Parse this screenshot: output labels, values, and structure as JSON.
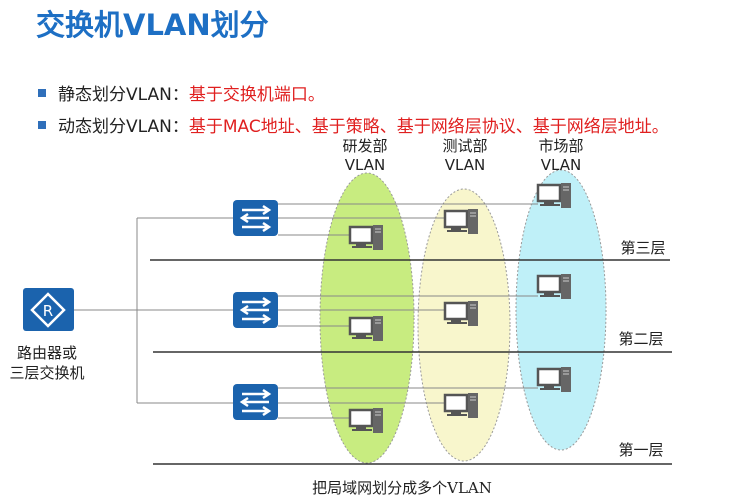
{
  "title": "交换机VLAN划分",
  "bullets": [
    {
      "label": "静态划分VLAN：",
      "value": "基于交换机端口。"
    },
    {
      "label": "动态划分VLAN：",
      "value": "基于MAC地址、基于策略、基于网络层协议、基于网络层地址。"
    }
  ],
  "vlans": [
    {
      "name": "研发部",
      "suffix": "VLAN",
      "color": "#c8ec80"
    },
    {
      "name": "测试部",
      "suffix": "VLAN",
      "color": "#f8f6cc"
    },
    {
      "name": "市场部",
      "suffix": "VLAN",
      "color": "#bff0f8"
    }
  ],
  "router": {
    "glyph": "R",
    "label_line1": "路由器或",
    "label_line2": "三层交换机"
  },
  "floors": [
    "第三层",
    "第二层",
    "第一层"
  ],
  "caption": "把局域网划分成多个VLAN",
  "colors": {
    "accent": "#1d6fc4",
    "device": "#1b63ad",
    "highlight": "#e02020"
  }
}
